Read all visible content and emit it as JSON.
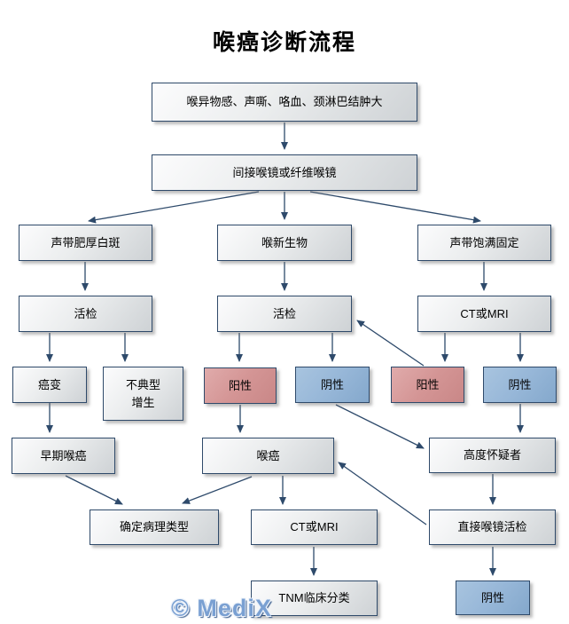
{
  "title": "喉癌诊断流程",
  "watermark": "© MediX",
  "colors": {
    "node_border": "#2f4a6a",
    "arrow": "#2e4a6b",
    "gray_fill_from": "#fcfcfd",
    "gray_fill_to": "#ced2d5",
    "positive_fill": "#d49595",
    "negative_fill": "#97b7d8",
    "watermark_blue": "#7aa0d2"
  },
  "nodes": {
    "A": {
      "label": "喉异物感、声嘶、咯血、颈淋巴结肿大",
      "type": "gray"
    },
    "B": {
      "label": "间接喉镜或纤维喉镜",
      "type": "gray"
    },
    "C": {
      "label": "声带肥厚白斑",
      "type": "gray"
    },
    "D": {
      "label": "喉新生物",
      "type": "gray"
    },
    "E": {
      "label": "声带饱满固定",
      "type": "gray"
    },
    "F": {
      "label": "活检",
      "type": "gray"
    },
    "G": {
      "label": "活检",
      "type": "gray"
    },
    "H": {
      "label": "CT或MRI",
      "type": "gray"
    },
    "I": {
      "label": "癌变",
      "type": "gray"
    },
    "J": {
      "label": "不典型增生",
      "type": "gray"
    },
    "K": {
      "label": "阳性",
      "type": "positive"
    },
    "L": {
      "label": "阴性",
      "type": "negative"
    },
    "M": {
      "label": "阳性",
      "type": "positive"
    },
    "N": {
      "label": "阴性",
      "type": "negative"
    },
    "O": {
      "label": "早期喉癌",
      "type": "gray"
    },
    "P": {
      "label": "喉癌",
      "type": "gray"
    },
    "Q": {
      "label": "高度怀疑者",
      "type": "gray"
    },
    "R": {
      "label": "确定病理类型",
      "type": "gray"
    },
    "S": {
      "label": "CT或MRI",
      "type": "gray"
    },
    "T": {
      "label": "直接喉镜活检",
      "type": "gray"
    },
    "U": {
      "label": "TNM临床分类",
      "type": "gray"
    },
    "V": {
      "label": "阴性",
      "type": "negative"
    }
  },
  "edges": [
    {
      "from": "A",
      "to": "B"
    },
    {
      "from": "B",
      "to": "C"
    },
    {
      "from": "B",
      "to": "D"
    },
    {
      "from": "B",
      "to": "E"
    },
    {
      "from": "C",
      "to": "F"
    },
    {
      "from": "D",
      "to": "G"
    },
    {
      "from": "E",
      "to": "H"
    },
    {
      "from": "F",
      "to": "I"
    },
    {
      "from": "F",
      "to": "J"
    },
    {
      "from": "G",
      "to": "K"
    },
    {
      "from": "G",
      "to": "L"
    },
    {
      "from": "H",
      "to": "M"
    },
    {
      "from": "H",
      "to": "N"
    },
    {
      "from": "M",
      "to": "G"
    },
    {
      "from": "K",
      "to": "P"
    },
    {
      "from": "L",
      "to": "Q"
    },
    {
      "from": "N",
      "to": "Q"
    },
    {
      "from": "I",
      "to": "O"
    },
    {
      "from": "O",
      "to": "R"
    },
    {
      "from": "P",
      "to": "R"
    },
    {
      "from": "P",
      "to": "S"
    },
    {
      "from": "T",
      "to": "P"
    },
    {
      "from": "Q",
      "to": "T"
    },
    {
      "from": "S",
      "to": "U"
    },
    {
      "from": "T",
      "to": "V"
    }
  ]
}
